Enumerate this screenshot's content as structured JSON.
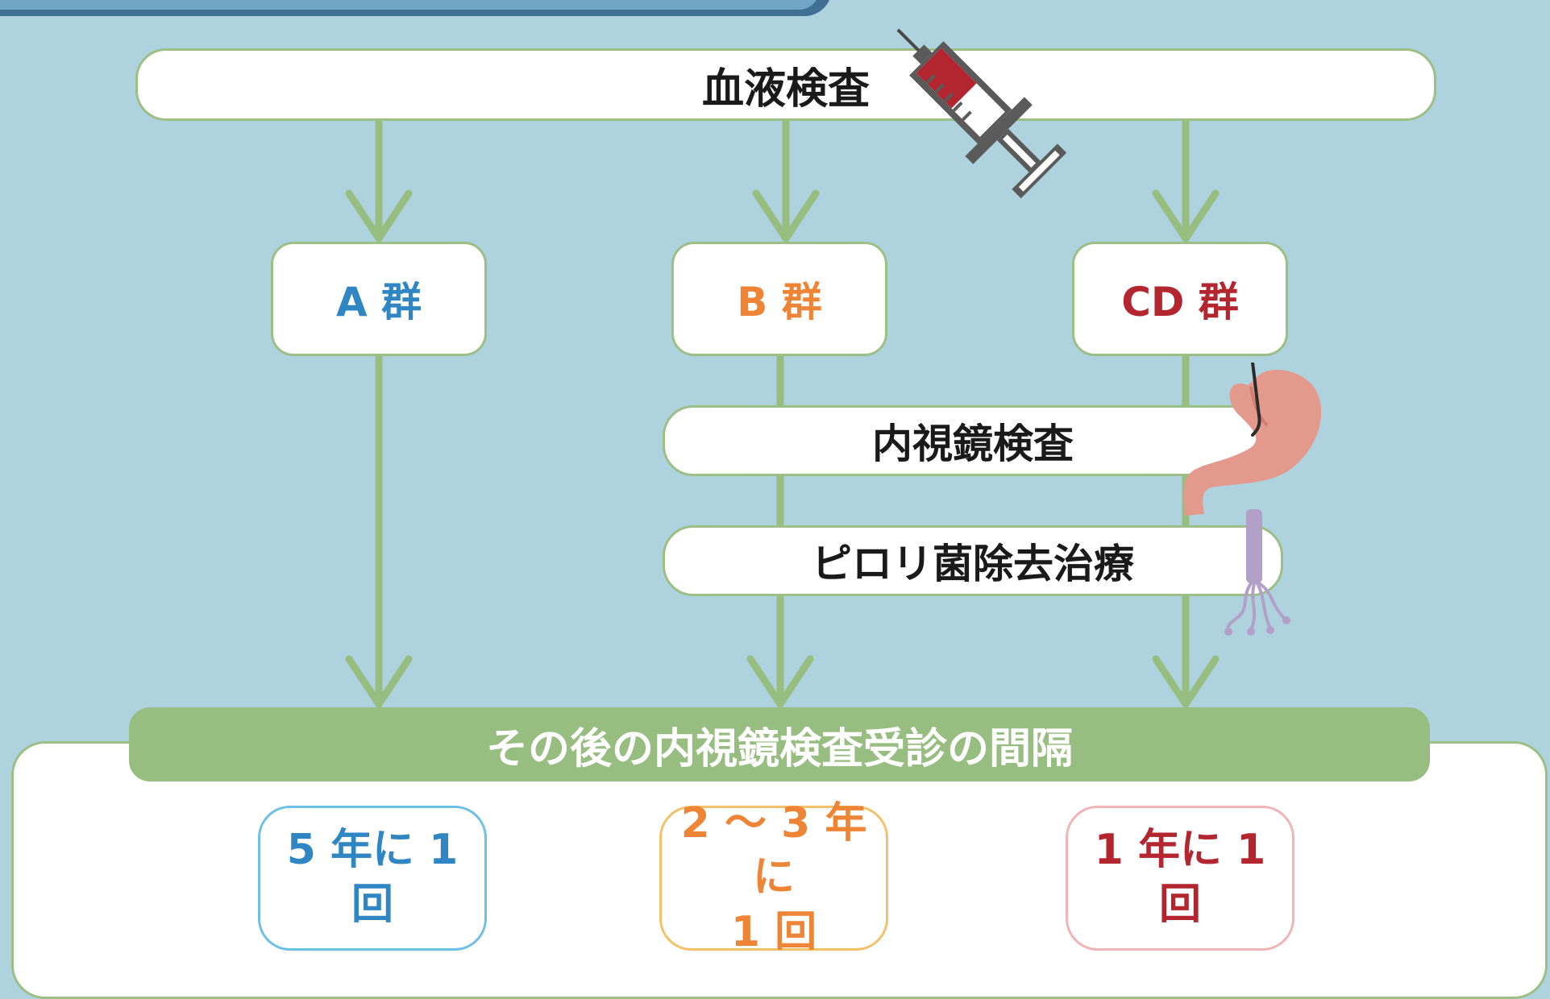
{
  "blood_test": {
    "label": "血液検査"
  },
  "groups": [
    {
      "label": "A 群",
      "color": "#2f86c2"
    },
    {
      "label": "B 群",
      "color": "#ee8536"
    },
    {
      "label": "CD 群",
      "color": "#b3262f"
    }
  ],
  "endoscopy": {
    "label": "内視鏡検査"
  },
  "pylori_treatment": {
    "label": "ピロリ菌除去治療"
  },
  "interval_header": {
    "label": "その後の内視鏡検査受診の間隔"
  },
  "intervals": [
    {
      "label": "5 年に 1 回",
      "color": "#2f86c2",
      "border": "#6cc0e6"
    },
    {
      "label_line1": "2 ～ 3 年に",
      "label_line2": "1 回",
      "color": "#ee8536",
      "border": "#f4c06a"
    },
    {
      "label": "1 年に 1 回",
      "color": "#b3262f",
      "border": "#f0b4b6"
    }
  ],
  "colors": {
    "background": "#afd3de",
    "arrow": "#97be80",
    "box_border": "#9bbf85"
  },
  "icons": [
    "syringe-icon",
    "stomach-endoscope-icon",
    "helicobacter-pylori-icon"
  ]
}
